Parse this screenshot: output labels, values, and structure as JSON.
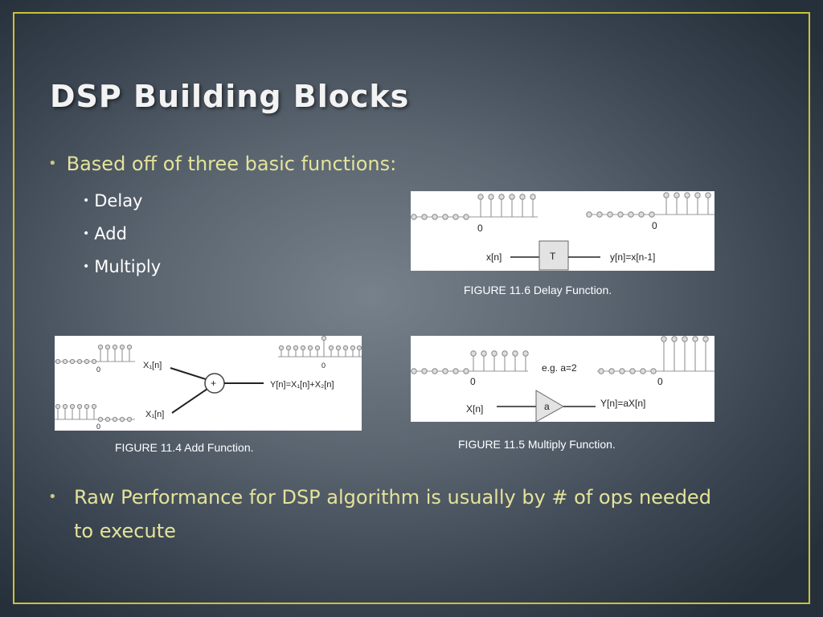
{
  "slide": {
    "title": "DSP Building Blocks",
    "bullet1": "Based off of three basic functions:",
    "subitems": [
      "Delay",
      "Add",
      "Multiply"
    ],
    "bullet2": "Raw Performance for DSP algorithm is usually by # of ops needed to execute"
  },
  "figures": {
    "delay": {
      "caption": "FIGURE 11.6 Delay Function.",
      "zero_left": "0",
      "zero_right": "0",
      "input": "x[n]",
      "block": "T",
      "output": "y[n]=x[n-1]"
    },
    "add": {
      "caption": "FIGURE 11.4 Add Function.",
      "zero_top_left": "0",
      "zero_bottom_left": "0",
      "zero_right": "0",
      "x1_top": "X₁[n]",
      "x1_bottom": "X₁[n]",
      "op": "+",
      "output": "Y[n]=X₁[n]+X₂[n]"
    },
    "multiply": {
      "caption": "FIGURE 11.5 Multiply Function.",
      "zero_left": "0",
      "zero_right": "0",
      "example": "e.g. a=2",
      "input": "X[n]",
      "block": "a",
      "output": "Y[n]=aX[n]"
    }
  },
  "colors": {
    "frame": "#c9c23a",
    "bullet_text": "#e4e39a",
    "title": "#f3f3f3"
  }
}
